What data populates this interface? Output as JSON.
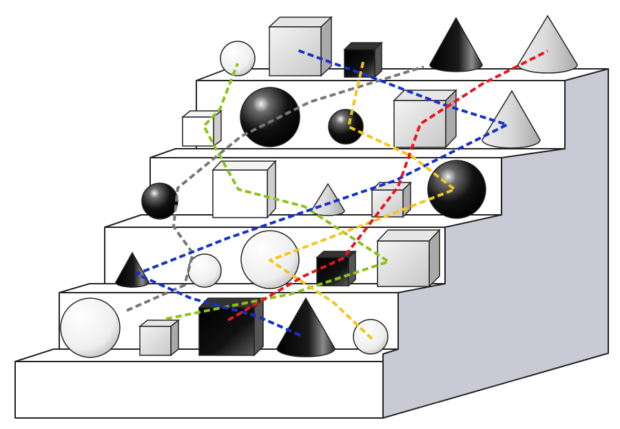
{
  "figure": {
    "stairs": {
      "steps": 5,
      "face_color": "#ffffff",
      "side_color": "#c9cad6",
      "outline": "#222222"
    },
    "objects": [
      {
        "id": "white-sphere-top",
        "shape": "sphere",
        "tone": "white"
      },
      {
        "id": "gray-cube-top",
        "shape": "cube",
        "tone": "gray"
      },
      {
        "id": "black-cube-top",
        "shape": "cube",
        "tone": "black"
      },
      {
        "id": "black-cone-top",
        "shape": "cone",
        "tone": "black"
      },
      {
        "id": "gray-cone-top",
        "shape": "cone",
        "tone": "gray"
      },
      {
        "id": "white-cube-4",
        "shape": "cube",
        "tone": "white"
      },
      {
        "id": "black-sphere-large-4",
        "shape": "sphere",
        "tone": "black"
      },
      {
        "id": "black-sphere-small-4",
        "shape": "sphere",
        "tone": "black"
      },
      {
        "id": "gray-cube-4",
        "shape": "cube",
        "tone": "gray"
      },
      {
        "id": "gray-cone-4",
        "shape": "cone",
        "tone": "gray"
      },
      {
        "id": "black-sphere-3",
        "shape": "sphere",
        "tone": "black"
      },
      {
        "id": "white-cube-3",
        "shape": "cube",
        "tone": "white"
      },
      {
        "id": "gray-cone-3",
        "shape": "cone",
        "tone": "gray"
      },
      {
        "id": "gray-cube-small-3",
        "shape": "cube",
        "tone": "gray"
      },
      {
        "id": "black-sphere-large-3",
        "shape": "sphere",
        "tone": "black"
      },
      {
        "id": "black-cone-2",
        "shape": "cone",
        "tone": "black"
      },
      {
        "id": "white-sphere-small-2",
        "shape": "sphere",
        "tone": "white"
      },
      {
        "id": "white-sphere-large-2",
        "shape": "sphere",
        "tone": "white"
      },
      {
        "id": "black-cube-2",
        "shape": "cube",
        "tone": "black"
      },
      {
        "id": "gray-cube-2",
        "shape": "cube",
        "tone": "gray"
      },
      {
        "id": "white-sphere-1",
        "shape": "sphere",
        "tone": "white"
      },
      {
        "id": "gray-cube-1",
        "shape": "cube",
        "tone": "gray"
      },
      {
        "id": "black-cube-1",
        "shape": "cube",
        "tone": "black"
      },
      {
        "id": "black-cone-1",
        "shape": "cone",
        "tone": "black"
      },
      {
        "id": "white-sphere-small-1",
        "shape": "sphere",
        "tone": "white"
      }
    ],
    "paths": [
      {
        "id": "red-path",
        "color": "#e8141c"
      },
      {
        "id": "blue-path",
        "color": "#1530c8"
      },
      {
        "id": "green-path",
        "color": "#8cc21a"
      },
      {
        "id": "yellow-path",
        "color": "#f5c518"
      },
      {
        "id": "gray-path",
        "color": "#777777"
      }
    ]
  }
}
